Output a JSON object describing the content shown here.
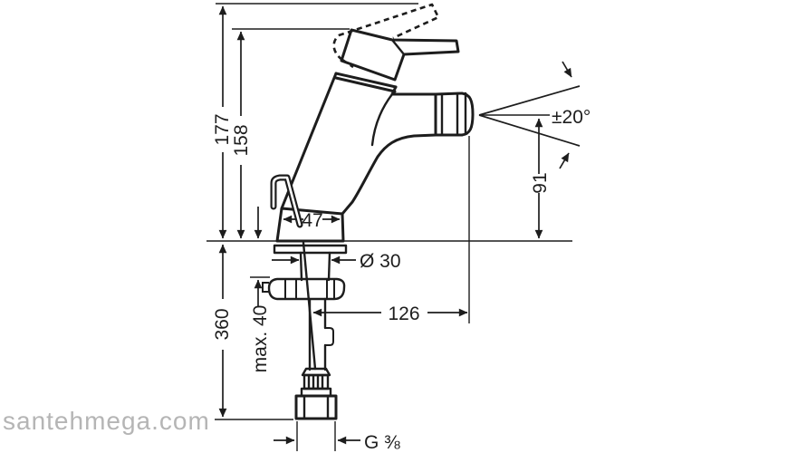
{
  "page": {
    "background": "#ffffff"
  },
  "watermark": {
    "text": "santehmega.com",
    "color": "#b5b5b5"
  },
  "drawing": {
    "name": "bidet single-lever mixer — dimensional drawing",
    "line_color": "#1d1d1d",
    "labels": {
      "total_height": "177",
      "spout_top_height": "158",
      "supply_hose_length": "360",
      "max_mounting_thickness": "max. 40",
      "body_width": "47",
      "shank_diameter": "Ø 30",
      "spout_reach": "126",
      "aerator_height": "91",
      "swivel_angle": "±20°",
      "connection_thread": "G ⅜"
    }
  }
}
